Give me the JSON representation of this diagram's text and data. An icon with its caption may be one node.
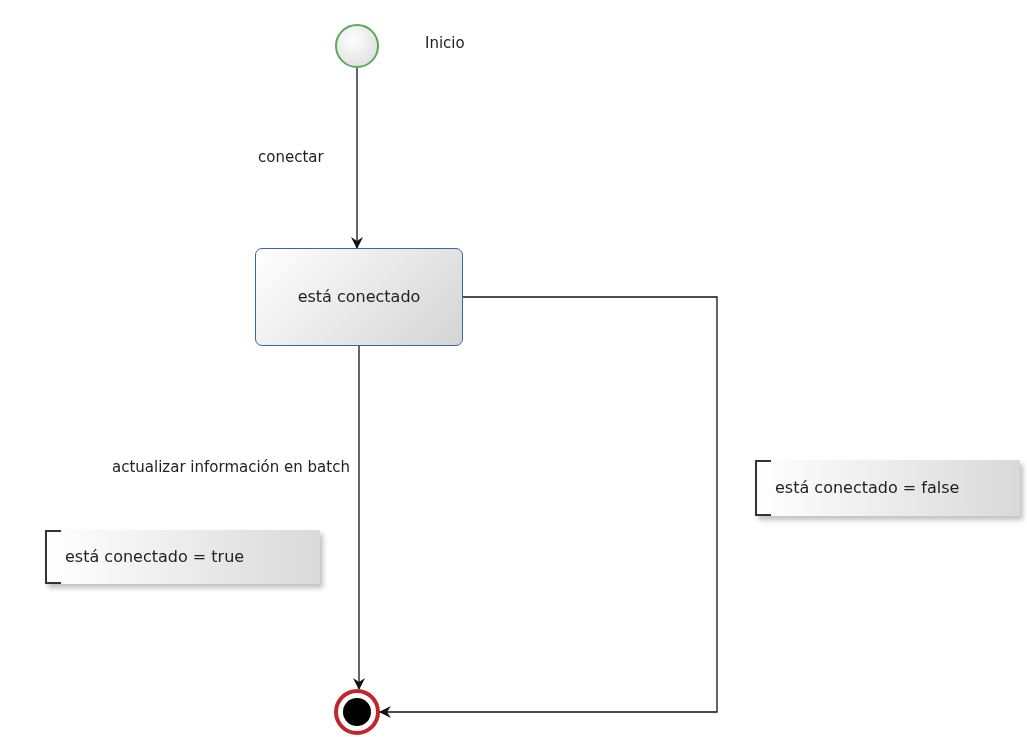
{
  "diagram": {
    "nodes": [
      {
        "text": [],
        "shape": "circle",
        "beside": [
          "Inicio"
        ]
      },
      {
        "text": [
          "está conectado"
        ]
      },
      {
        "text": [],
        "shape": "circle"
      },
      {
        "text": [
          "está conectado = true"
        ]
      },
      {
        "text": [
          "está conectado = false"
        ]
      }
    ],
    "edges": [
      {
        "from": 0,
        "to": 1,
        "arrow": "to",
        "label": "conectar"
      },
      {
        "from": 1,
        "to": 2,
        "arrow": "to",
        "label": "actualizar información en batch"
      },
      {
        "from": 1,
        "to": 2,
        "arrow": "to"
      }
    ]
  }
}
